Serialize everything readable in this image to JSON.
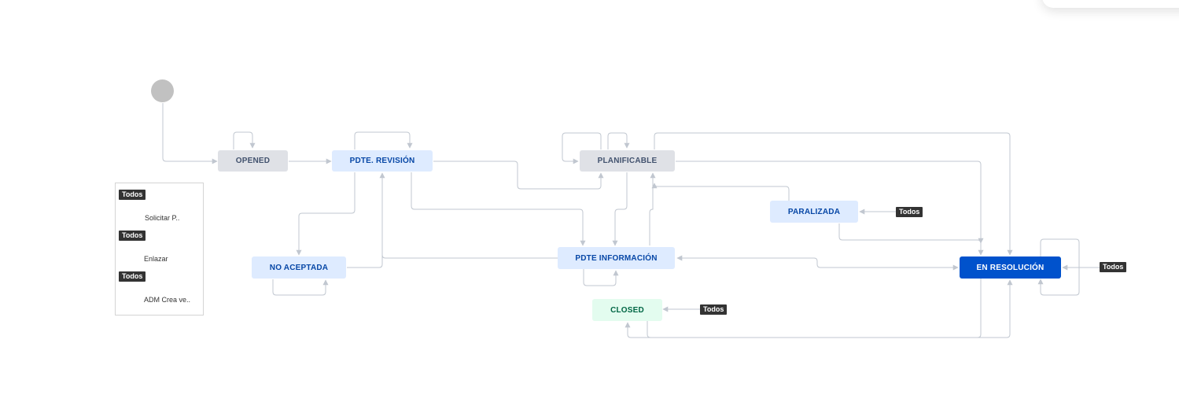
{
  "statuses": {
    "opened": "OPENED",
    "pdte_revision": "PDTE. REVISIÓN",
    "planificable": "PLANIFICABLE",
    "paralizada": "PARALIZADA",
    "no_aceptada": "NO ACEPTADA",
    "pdte_informacion": "PDTE INFORMACIÓN",
    "en_resolucion": "EN RESOLUCIÓN",
    "closed": "CLOSED"
  },
  "global_badge": "Todos",
  "legend": {
    "items": [
      {
        "badge": "Todos",
        "label": "Solicitar P.."
      },
      {
        "badge": "Todos",
        "label": "Enlazar"
      },
      {
        "badge": "Todos",
        "label": "ADM Crea ve.."
      }
    ]
  },
  "colors": {
    "status_grey": "#dfe1e6",
    "status_blue": "#deebff",
    "status_green": "#e3fcef",
    "status_dark_blue": "#0052cc",
    "edge": "#c1c7d0",
    "badge": "#333333"
  }
}
